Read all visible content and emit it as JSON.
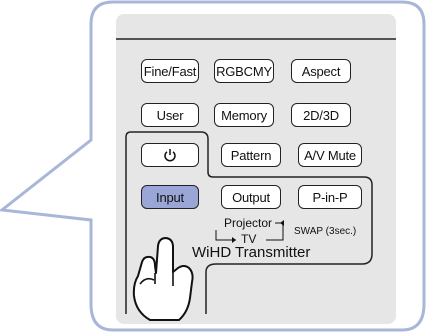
{
  "buttons": {
    "fine_fast": "Fine/Fast",
    "rgbcmy": "RGBCMY",
    "aspect": "Aspect",
    "user": "User",
    "memory": "Memory",
    "mode_2d3d": "2D/3D",
    "power_icon": "power-icon",
    "pattern": "Pattern",
    "av_mute": "A/V Mute",
    "input": "Input",
    "output": "Output",
    "pinp": "P-in-P"
  },
  "labels": {
    "projector": "Projector",
    "tv": "TV",
    "swap": "SWAP (3sec.)",
    "wihd_transmitter": "WiHD Transmitter"
  },
  "colors": {
    "frame_blue": "#a8b6d8",
    "panel_gray": "#e6e6e6",
    "active_button": "#9aa6d6"
  }
}
